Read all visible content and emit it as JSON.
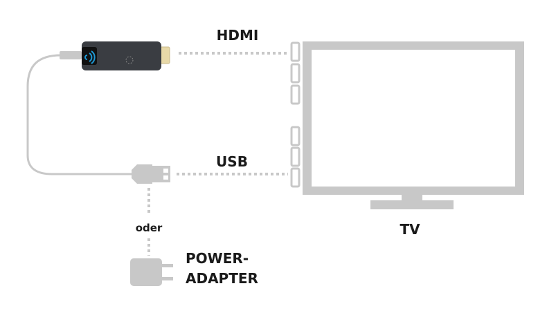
{
  "labels": {
    "hdmi": "HDMI",
    "usb": "USB",
    "tv": "TV",
    "or": "oder",
    "power_line1": "POWER-",
    "power_line2": "ADAPTER"
  },
  "colors": {
    "device_gray": "#c8c8c8",
    "dongle": "#3a3d42",
    "wifi_accent": "#1e9ad6",
    "hdmi_plug": "#e8d9a8",
    "text": "#1a1a1a"
  }
}
